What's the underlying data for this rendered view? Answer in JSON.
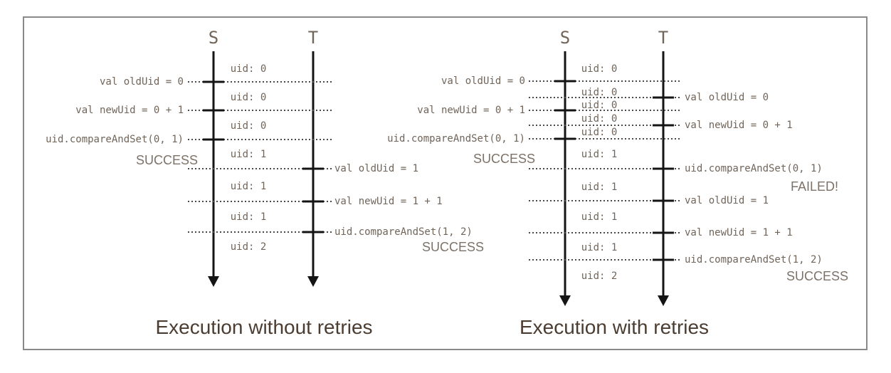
{
  "figure": {
    "type": "sequence-diagram-comparison",
    "colors": {
      "text": "#71655a",
      "result": "#7d7268",
      "caption": "#4c3d32",
      "line": "#141414",
      "dots": "#4a4a4a",
      "border": "#8a8a8a"
    }
  },
  "diagrams": [
    {
      "caption": "Execution without retries",
      "timelines": [
        {
          "name": "S"
        },
        {
          "name": "T"
        }
      ],
      "events": [
        {
          "timeline": "S",
          "label": "val oldUid = 0",
          "result": null
        },
        {
          "timeline": "S",
          "label": "val newUid = 0 + 1",
          "result": null
        },
        {
          "timeline": "S",
          "label": "uid.compareAndSet(0, 1)",
          "result": "SUCCESS"
        },
        {
          "timeline": "T",
          "label": "val oldUid = 1",
          "result": null
        },
        {
          "timeline": "T",
          "label": "val newUid = 1 + 1",
          "result": null
        },
        {
          "timeline": "T",
          "label": "uid.compareAndSet(1, 2)",
          "result": "SUCCESS"
        }
      ],
      "uid_states": [
        "uid: 0",
        "uid: 0",
        "uid: 0",
        "uid: 1",
        "uid: 1",
        "uid: 1",
        "uid: 2"
      ]
    },
    {
      "caption": "Execution with retries",
      "timelines": [
        {
          "name": "S"
        },
        {
          "name": "T"
        }
      ],
      "events": [
        {
          "timeline": "S",
          "label": "val oldUid = 0",
          "result": null
        },
        {
          "timeline": "T",
          "label": "val oldUid = 0",
          "result": null
        },
        {
          "timeline": "S",
          "label": "val newUid = 0 + 1",
          "result": null
        },
        {
          "timeline": "T",
          "label": "val newUid = 0 + 1",
          "result": null
        },
        {
          "timeline": "S",
          "label": "uid.compareAndSet(0, 1)",
          "result": "SUCCESS"
        },
        {
          "timeline": "T",
          "label": "uid.compareAndSet(0, 1)",
          "result": "FAILED!"
        },
        {
          "timeline": "T",
          "label": "val oldUid = 1",
          "result": null
        },
        {
          "timeline": "T",
          "label": "val newUid = 1 + 1",
          "result": null
        },
        {
          "timeline": "T",
          "label": "uid.compareAndSet(1, 2)",
          "result": "SUCCESS"
        }
      ],
      "uid_states": [
        "uid: 0",
        "uid: 0",
        "uid: 0",
        "uid: 0",
        "uid: 0",
        "uid: 1",
        "uid: 1",
        "uid: 1",
        "uid: 1",
        "uid: 2"
      ]
    }
  ]
}
